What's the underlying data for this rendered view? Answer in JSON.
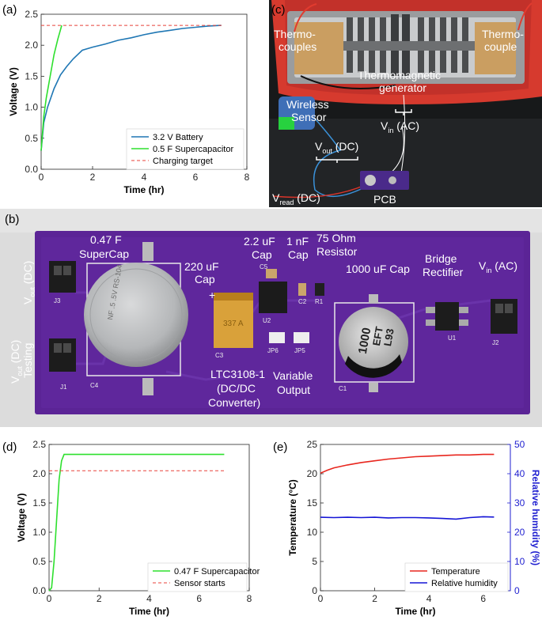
{
  "panels": {
    "a": "(a)",
    "b": "(b)",
    "c": "(c)",
    "d": "(d)",
    "e": "(e)"
  },
  "chart_data": [
    {
      "id": "a",
      "type": "line",
      "xlabel": "Time (hr)",
      "ylabel": "Voltage (V)",
      "xlim": [
        0,
        8
      ],
      "ylim": [
        0,
        2.5
      ],
      "xticks": [
        "0",
        "2",
        "4",
        "6",
        "8"
      ],
      "yticks": [
        "0.0",
        "0.5",
        "1.0",
        "1.5",
        "2.0",
        "2.5"
      ],
      "legend_position": "lower-right",
      "series": [
        {
          "name": "3.2 V Battery",
          "color": "#1f77b4",
          "style": "solid",
          "x": [
            0,
            0.1,
            0.25,
            0.5,
            0.75,
            1.0,
            1.25,
            1.6,
            2.0,
            2.5,
            3.0,
            3.5,
            4.0,
            4.5,
            5.0,
            5.5,
            6.0,
            6.5,
            7.0
          ],
          "y": [
            0.3,
            0.75,
            1.0,
            1.3,
            1.52,
            1.66,
            1.78,
            1.92,
            1.97,
            2.02,
            2.08,
            2.12,
            2.17,
            2.21,
            2.24,
            2.27,
            2.29,
            2.31,
            2.32
          ]
        },
        {
          "name": "0.5 F Supercapacitor",
          "color": "#2ee02e",
          "style": "solid",
          "x": [
            0,
            0.1,
            0.2,
            0.35,
            0.5,
            0.65,
            0.8
          ],
          "y": [
            0.3,
            0.85,
            1.15,
            1.5,
            1.85,
            2.1,
            2.32
          ]
        },
        {
          "name": "Charging target",
          "color": "#e8423a",
          "style": "dashed",
          "x": [
            0,
            7.1
          ],
          "y": [
            2.32,
            2.32
          ]
        }
      ]
    },
    {
      "id": "d",
      "type": "line",
      "xlabel": "Time (hr)",
      "ylabel": "Voltage (V)",
      "xlim": [
        0,
        8
      ],
      "ylim": [
        0,
        2.5
      ],
      "xticks": [
        "0",
        "2",
        "4",
        "6",
        "8"
      ],
      "yticks": [
        "0.0",
        "0.5",
        "1.0",
        "1.5",
        "2.0",
        "2.5"
      ],
      "legend_position": "lower-right",
      "series": [
        {
          "name": "0.47 F Supercapacitor",
          "color": "#2ee02e",
          "style": "solid",
          "x": [
            0,
            0.1,
            0.2,
            0.3,
            0.4,
            0.5,
            0.6,
            1,
            2,
            3,
            4,
            5,
            6,
            7
          ],
          "y": [
            0.0,
            0.05,
            0.5,
            1.2,
            1.9,
            2.22,
            2.33,
            2.33,
            2.33,
            2.33,
            2.33,
            2.33,
            2.33,
            2.33
          ]
        },
        {
          "name": "Sensor starts",
          "color": "#e8423a",
          "style": "dashed",
          "x": [
            0,
            7
          ],
          "y": [
            2.05,
            2.05
          ]
        }
      ]
    },
    {
      "id": "e",
      "type": "line",
      "xlabel": "Time (hr)",
      "ylabel": "Temperature (°C)",
      "ylabel_right": "Relative humidity (%)",
      "xlim": [
        0,
        7
      ],
      "ylim": [
        0,
        25
      ],
      "ylim_right": [
        0,
        50
      ],
      "xticks": [
        "0",
        "2",
        "4",
        "6"
      ],
      "yticks": [
        "0",
        "5",
        "10",
        "15",
        "20",
        "25"
      ],
      "yticks_right": [
        "0",
        "10",
        "20",
        "30",
        "40",
        "50"
      ],
      "legend_position": "lower-right",
      "series": [
        {
          "name": "Temperature",
          "color": "#e8261e",
          "axis": "left",
          "x": [
            0,
            0.25,
            0.5,
            1,
            1.5,
            2,
            2.5,
            3,
            3.5,
            4,
            4.5,
            5,
            5.5,
            6,
            6.4
          ],
          "y": [
            20.1,
            20.6,
            21.0,
            21.5,
            21.9,
            22.2,
            22.5,
            22.7,
            22.9,
            23.0,
            23.1,
            23.2,
            23.2,
            23.3,
            23.3
          ]
        },
        {
          "name": "Relative humidity",
          "color": "#1515d6",
          "axis": "right",
          "x": [
            0,
            0.5,
            1,
            1.5,
            2,
            2.5,
            3,
            3.5,
            4,
            4.5,
            5,
            5.5,
            6,
            6.4
          ],
          "y": [
            25.1,
            25.0,
            25.1,
            25.0,
            25.1,
            24.9,
            25.0,
            25.0,
            24.9,
            24.7,
            24.5,
            25.0,
            25.3,
            25.2
          ]
        }
      ]
    }
  ],
  "photo_c": {
    "labels": [
      "Thermo-",
      "couples",
      "Thermo-",
      "couple",
      "Thermomagnetic",
      "generator",
      "Wireless",
      "Sensor",
      "PCB"
    ],
    "vin": "V",
    "vin_sub": "in",
    "vin_rest": " (AC)",
    "vout": "V",
    "vout_sub": "out",
    "vout_rest": " (DC)",
    "vread": "V",
    "vread_sub": "read",
    "vread_rest": " (DC)"
  },
  "photo_b": {
    "labels": {
      "supercap": [
        "0.47 F",
        "SuperCap"
      ],
      "cap220": [
        "220 uF",
        "Cap"
      ],
      "cap22": [
        "2.2 uF",
        "Cap"
      ],
      "cap1n": [
        "1 nF",
        "Cap"
      ],
      "res75": [
        "75 Ohm",
        "Resistor"
      ],
      "cap1000": "1000 uF Cap",
      "bridge": [
        "Bridge",
        "Rectifier"
      ],
      "ltc": [
        "LTC3108-1",
        "(DC/DC",
        "Converter)"
      ],
      "variable": [
        "Variable",
        "Output"
      ],
      "testing": "Testing"
    },
    "vout_top": {
      "v": "V",
      "sub": "out",
      "rest": " (DC)"
    },
    "vout_bot": {
      "v": "V",
      "sub": "out",
      "rest": " (DC)"
    },
    "vin": {
      "v": "V",
      "sub": "in",
      "rest": " (AC)"
    },
    "silk": {
      "sc_text": "NF   .5 .5V  RS-104",
      "tant": "337 A",
      "cap1000_a": "1000",
      "cap1000_b": "EFT",
      "cap1000_c": "L93",
      "refs": [
        "J3",
        "J1",
        "C4",
        "C3",
        "C5",
        "U2",
        "C2",
        "R1",
        "JP6",
        "JP5",
        "C1",
        "U1",
        "J2"
      ]
    }
  }
}
